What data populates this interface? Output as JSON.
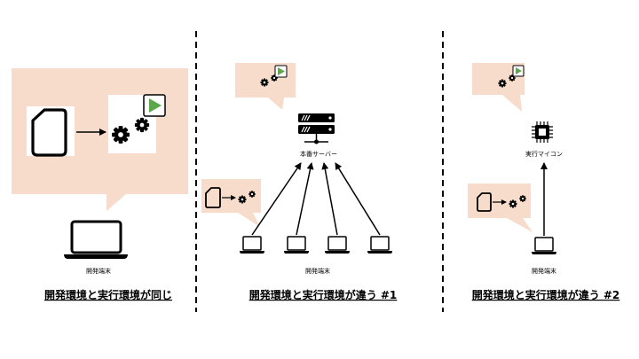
{
  "colors": {
    "bubble": "#f8dccb",
    "play": "#5aa84a",
    "ink": "#000000"
  },
  "icons": [
    "document-icon",
    "gears-icon",
    "play-icon",
    "laptop-icon",
    "server-icon",
    "chip-icon"
  ],
  "panel1": {
    "device_label": "開発端末",
    "title": "開発環境と実行環境が同じ"
  },
  "panel2": {
    "server_label": "本番サーバー",
    "device_label": "開発端末",
    "title": "開発環境と実行環境が違う #1"
  },
  "panel3": {
    "chip_label": "実行マイコン",
    "device_label": "開発端末",
    "title": "開発環境と実行環境が違う #2"
  }
}
